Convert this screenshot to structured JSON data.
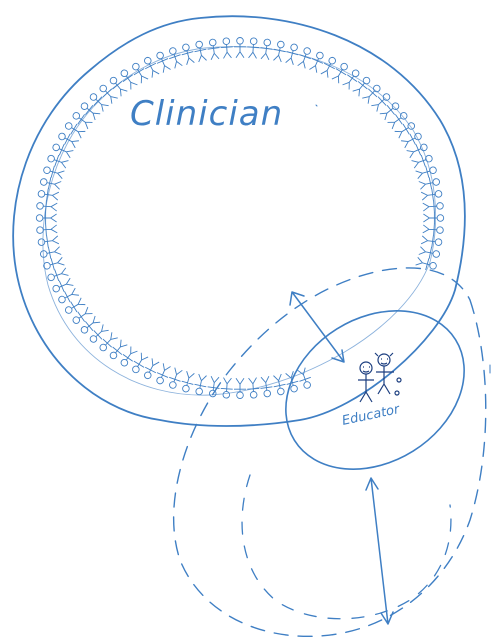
{
  "diagram": {
    "labels": {
      "clinician": "Clinician",
      "educator": "Educator"
    },
    "colors": {
      "ink": "#3f7fc4",
      "dark_ink": "#1d3f80",
      "background": "#ffffff"
    },
    "marks": {
      "people_ring": "ring of small stick figures holding hands",
      "educator_figures": "two small figures"
    }
  }
}
